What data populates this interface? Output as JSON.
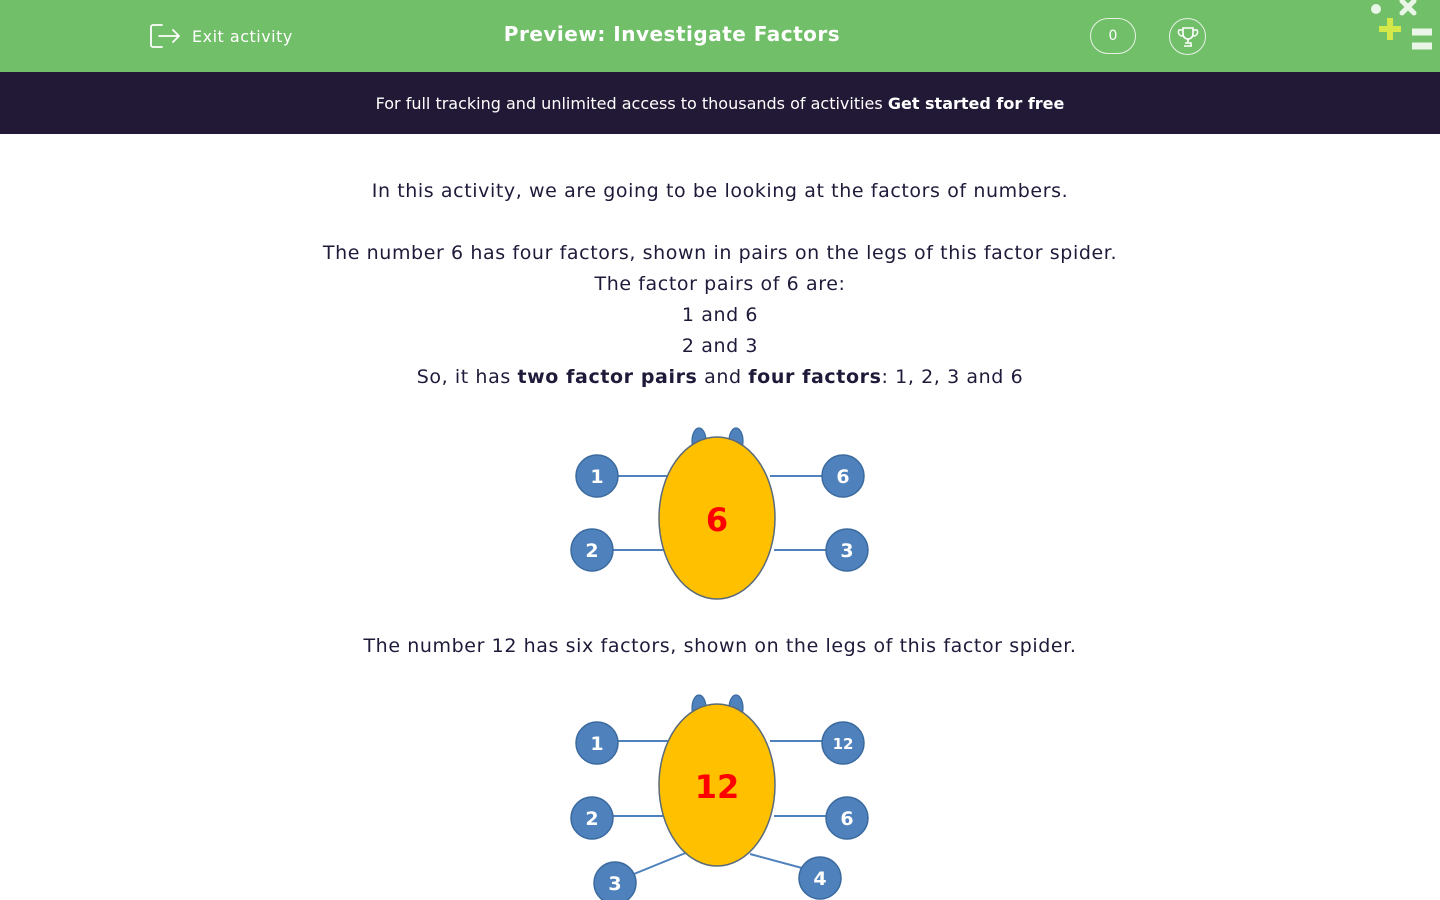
{
  "header": {
    "exit_label": "Exit activity",
    "title": "Preview: Investigate Factors",
    "score": "0",
    "bg_color": "#72bf6a"
  },
  "promo": {
    "text": "For full tracking and unlimited access to thousands of activities ",
    "link": "Get started for free",
    "bg_color": "#221936"
  },
  "content": {
    "intro": "In this activity, we are going to be looking at the factors of numbers.",
    "line1": "The number 6 has four factors, shown in pairs on the legs of this factor spider.",
    "line2": "The factor pairs of 6 are:",
    "line3": "1 and 6",
    "line4": "2 and 3",
    "line5_pre": "So, it has ",
    "line5_b1": "two factor pairs",
    "line5_mid": " and ",
    "line5_b2": "four factors",
    "line5_post": ": 1, 2, 3 and 6",
    "caption2": "The number 12 has six factors, shown on the legs of this factor spider."
  },
  "spider6": {
    "body": "6",
    "left_legs": [
      "1",
      "2"
    ],
    "right_legs": [
      "6",
      "3"
    ]
  },
  "spider12": {
    "body": "12",
    "left_legs": [
      "1",
      "2",
      "3"
    ],
    "right_legs": [
      "12",
      "6",
      "4"
    ]
  },
  "colors": {
    "spider_body": "#ffc000",
    "leg_circle": "#4f81bd",
    "body_number": "#ff0000"
  },
  "icons": {
    "exit": "exit-door-arrow-icon",
    "trophy": "trophy-icon",
    "logo": "plus-minus-times-equals-logo"
  }
}
